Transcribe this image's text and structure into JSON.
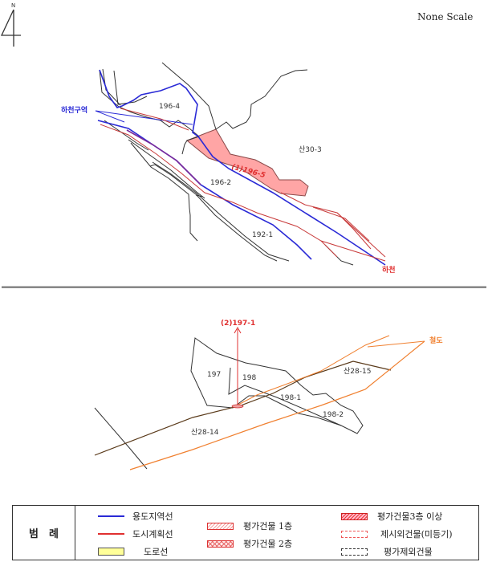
{
  "header": {
    "north_label": "N",
    "scale_text": "None Scale"
  },
  "map_top": {
    "parcels": [
      {
        "id": "196-4",
        "label": "196-4"
      },
      {
        "id": "196-5",
        "label": "(1)196-5",
        "highlighted": true
      },
      {
        "id": "196-2",
        "label": "196-2"
      },
      {
        "id": "san30-3",
        "label": "산30-3"
      },
      {
        "id": "192-1",
        "label": "192-1"
      }
    ],
    "annotations": [
      {
        "label": "하천구역",
        "color": "#2a2ad6"
      },
      {
        "label": "하천",
        "color": "#e03030"
      }
    ]
  },
  "map_bottom": {
    "parcels": [
      {
        "id": "197",
        "label": "197"
      },
      {
        "id": "198",
        "label": "198"
      },
      {
        "id": "198-1",
        "label": "198-1"
      },
      {
        "id": "198-2",
        "label": "198-2"
      },
      {
        "id": "san28-15",
        "label": "산28-15"
      },
      {
        "id": "san28-14",
        "label": "산28-14"
      }
    ],
    "annotations": [
      {
        "label": "(2)197-1",
        "color": "#e03030"
      },
      {
        "label": "철도",
        "color": "#f08030"
      }
    ]
  },
  "legend": {
    "title_left": "범",
    "title_right": "례",
    "items": [
      {
        "label": "용도지역선",
        "type": "line",
        "color": "#2a2ad6"
      },
      {
        "label": "도시계획선",
        "type": "line",
        "color": "#e03030"
      },
      {
        "label": "도로선",
        "type": "box",
        "color": "#ffff99"
      },
      {
        "label": "평가건물 1층",
        "type": "hatch"
      },
      {
        "label": "평가건물 2층",
        "type": "crosshatch"
      },
      {
        "label": "평가건물3층 이상",
        "type": "dense-hatch"
      },
      {
        "label": "제시외건물(미등기)",
        "type": "dashed-red"
      },
      {
        "label": "평가제외건물",
        "type": "dashed-black"
      }
    ]
  },
  "colors": {
    "zoning_line": "#2a2ad6",
    "planning_line": "#e03030",
    "highlight_fill": "#ffa5a5",
    "railway": "#f08030",
    "parcel_line": "#333333"
  }
}
